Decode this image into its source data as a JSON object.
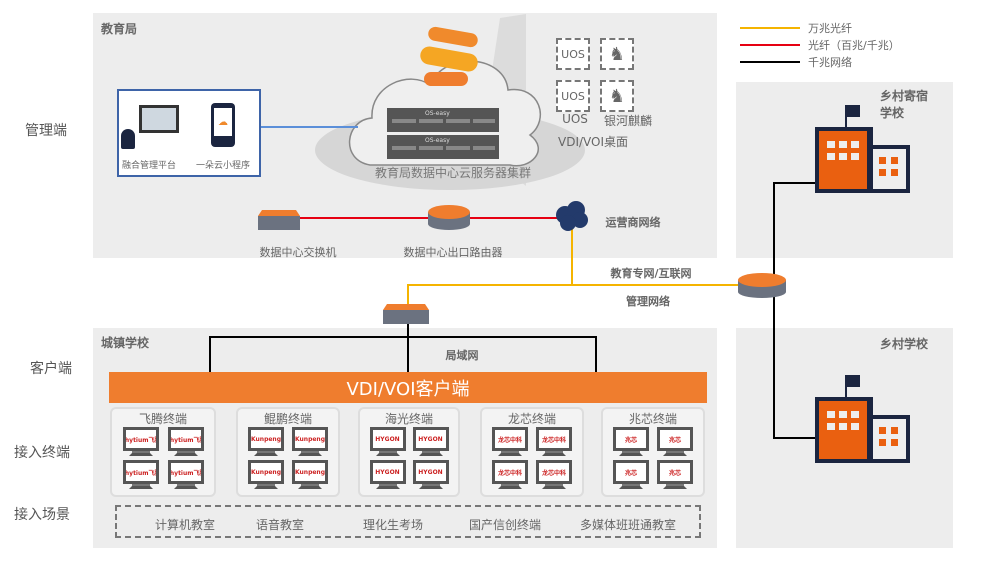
{
  "side_labels": {
    "management": "管理端",
    "client": "客户端",
    "terminal": "接入终端",
    "scene": "接入场景"
  },
  "legend": [
    {
      "label": "万兆光纤",
      "color": "#f5b400"
    },
    {
      "label": "光纤（百兆/千兆）",
      "color": "#e60012"
    },
    {
      "label": "千兆网络",
      "color": "#000000"
    }
  ],
  "bureau": {
    "title": "教育局",
    "platform": "融合管理平台",
    "miniapp": "一朵云小程序",
    "cluster": "教育局数据中心云服务器集群",
    "server_brand": "OS-easy",
    "os": [
      {
        "label": "UOS",
        "box": "UOS"
      },
      {
        "label": "银河麒麟",
        "box": "kylin-icon"
      }
    ],
    "desktop": "VDI/VOI桌面",
    "switch": "数据中心交换机",
    "router": "数据中心出口路由器",
    "isp": "运营商网络"
  },
  "network": {
    "edu_net": "教育专网/互联网",
    "mgmt_net": "管理网络",
    "lan": "局域网"
  },
  "rural_boarding": {
    "title_line1": "乡村寄宿",
    "title_line2": "学校"
  },
  "rural": {
    "title": "乡村学校"
  },
  "town": {
    "title": "城镇学校",
    "client_bar": "VDI/VOI客户端",
    "terminals": [
      {
        "title": "飞腾终端",
        "logo": "Phytium飞腾"
      },
      {
        "title": "鲲鹏终端",
        "logo": "Kunpeng"
      },
      {
        "title": "海光终端",
        "logo": "HYGON"
      },
      {
        "title": "龙芯终端",
        "logo": "龙芯中科"
      },
      {
        "title": "兆芯终端",
        "logo": "兆芯"
      }
    ],
    "scenes": [
      "计算机教室",
      "语音教室",
      "理化生考场",
      "国产信创终端",
      "多媒体班班通教室"
    ]
  },
  "colors": {
    "accent": "#ef7d2e",
    "panel": "#ededed",
    "fiber10g": "#f5b400",
    "fiber": "#e60012",
    "gigabit": "#000000",
    "mgmt_box": "#3e64a8"
  }
}
